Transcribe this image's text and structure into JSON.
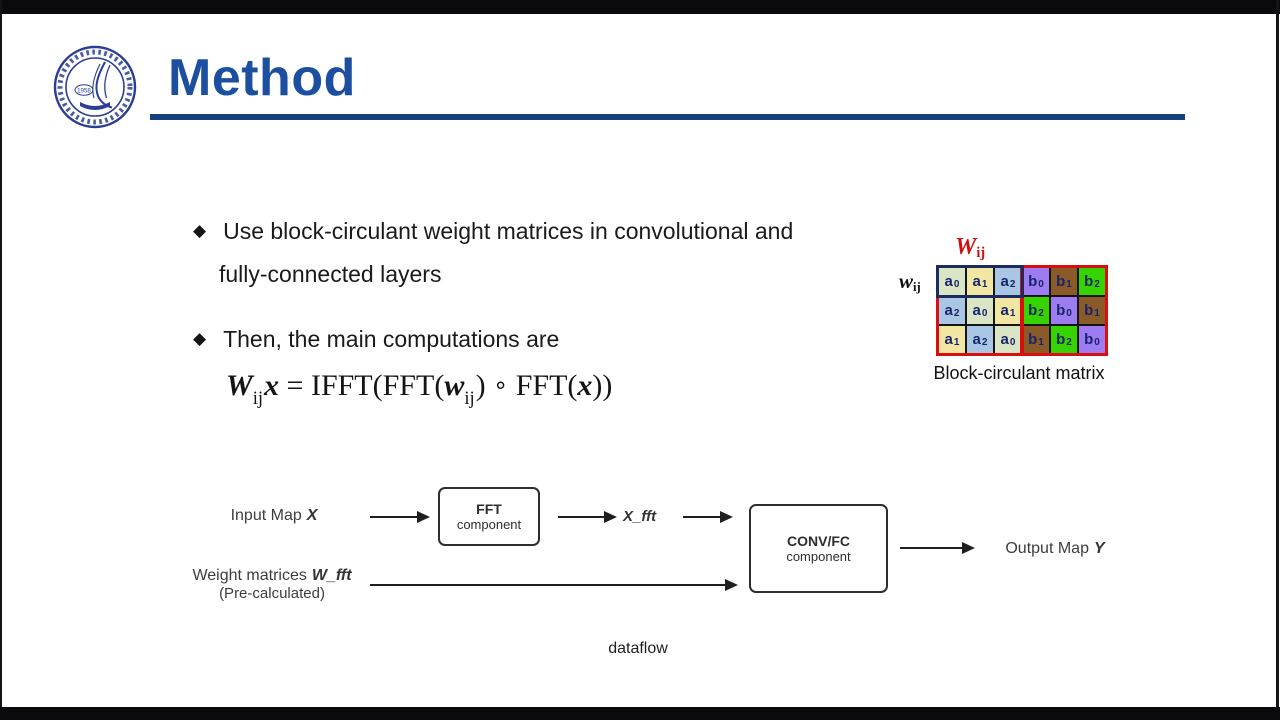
{
  "slide": {
    "title": "Method",
    "bullet_char": "◆",
    "bullets": [
      {
        "lines": [
          "Use block-circulant weight matrices in convolutional and",
          "fully-connected layers"
        ]
      },
      {
        "lines": [
          "Then, the main computations are"
        ]
      }
    ],
    "formula": {
      "tokens": [
        {
          "text": "W",
          "style": "bi"
        },
        {
          "text": "ij",
          "style": "sub"
        },
        {
          "text": "x",
          "style": "bi"
        },
        {
          "text": " = IFFT(FFT(",
          "style": "rm"
        },
        {
          "text": "w",
          "style": "bi"
        },
        {
          "text": "ij",
          "style": "sub"
        },
        {
          "text": ") ",
          "style": "rm"
        },
        {
          "text": "∘",
          "style": "op"
        },
        {
          "text": " FFT(",
          "style": "rm"
        },
        {
          "text": "x",
          "style": "bi"
        },
        {
          "text": "))",
          "style": "rm"
        }
      ]
    },
    "matrix": {
      "top_label": {
        "base": "W",
        "sub": "ij"
      },
      "left_label": {
        "base": "w",
        "sub": "ij"
      },
      "caption": "Block-circulant matrix",
      "rows": [
        [
          "a0",
          "a1",
          "a2",
          "b0",
          "b1",
          "b2"
        ],
        [
          "a2",
          "a0",
          "a1",
          "b2",
          "b0",
          "b1"
        ],
        [
          "a1",
          "a2",
          "a0",
          "b1",
          "b2",
          "b0"
        ]
      ],
      "cell_colors": {
        "a0": "#d9e5c5",
        "a1": "#f1e6a2",
        "a2": "#a9c6e4",
        "b0": "#9d7bf0",
        "b1": "#8a5a28",
        "b2": "#35d400"
      },
      "cell_text_color": "#16246b",
      "border_color": "#da0e0e",
      "highlight_color": "#1c2b5e"
    },
    "flow": {
      "input_label": "Input Map",
      "input_var": "X",
      "fft_box": [
        "FFT",
        "component"
      ],
      "xfft_label": "X_fft",
      "conv_box": [
        "CONV/FC",
        "component"
      ],
      "output_label": "Output Map",
      "output_var": "Y",
      "weight_label": "Weight matrices",
      "weight_var": "W_fft",
      "weight_note": "(Pre-calculated)",
      "caption": "dataflow"
    },
    "logo": {
      "year": "1958"
    },
    "colors": {
      "title_blue": "#1d4fa1",
      "rule_navy": "#15417e",
      "formula_red_label": "#cf1111",
      "body_text": "#1a1a1a",
      "flow_text": "#3d3d3d"
    }
  }
}
